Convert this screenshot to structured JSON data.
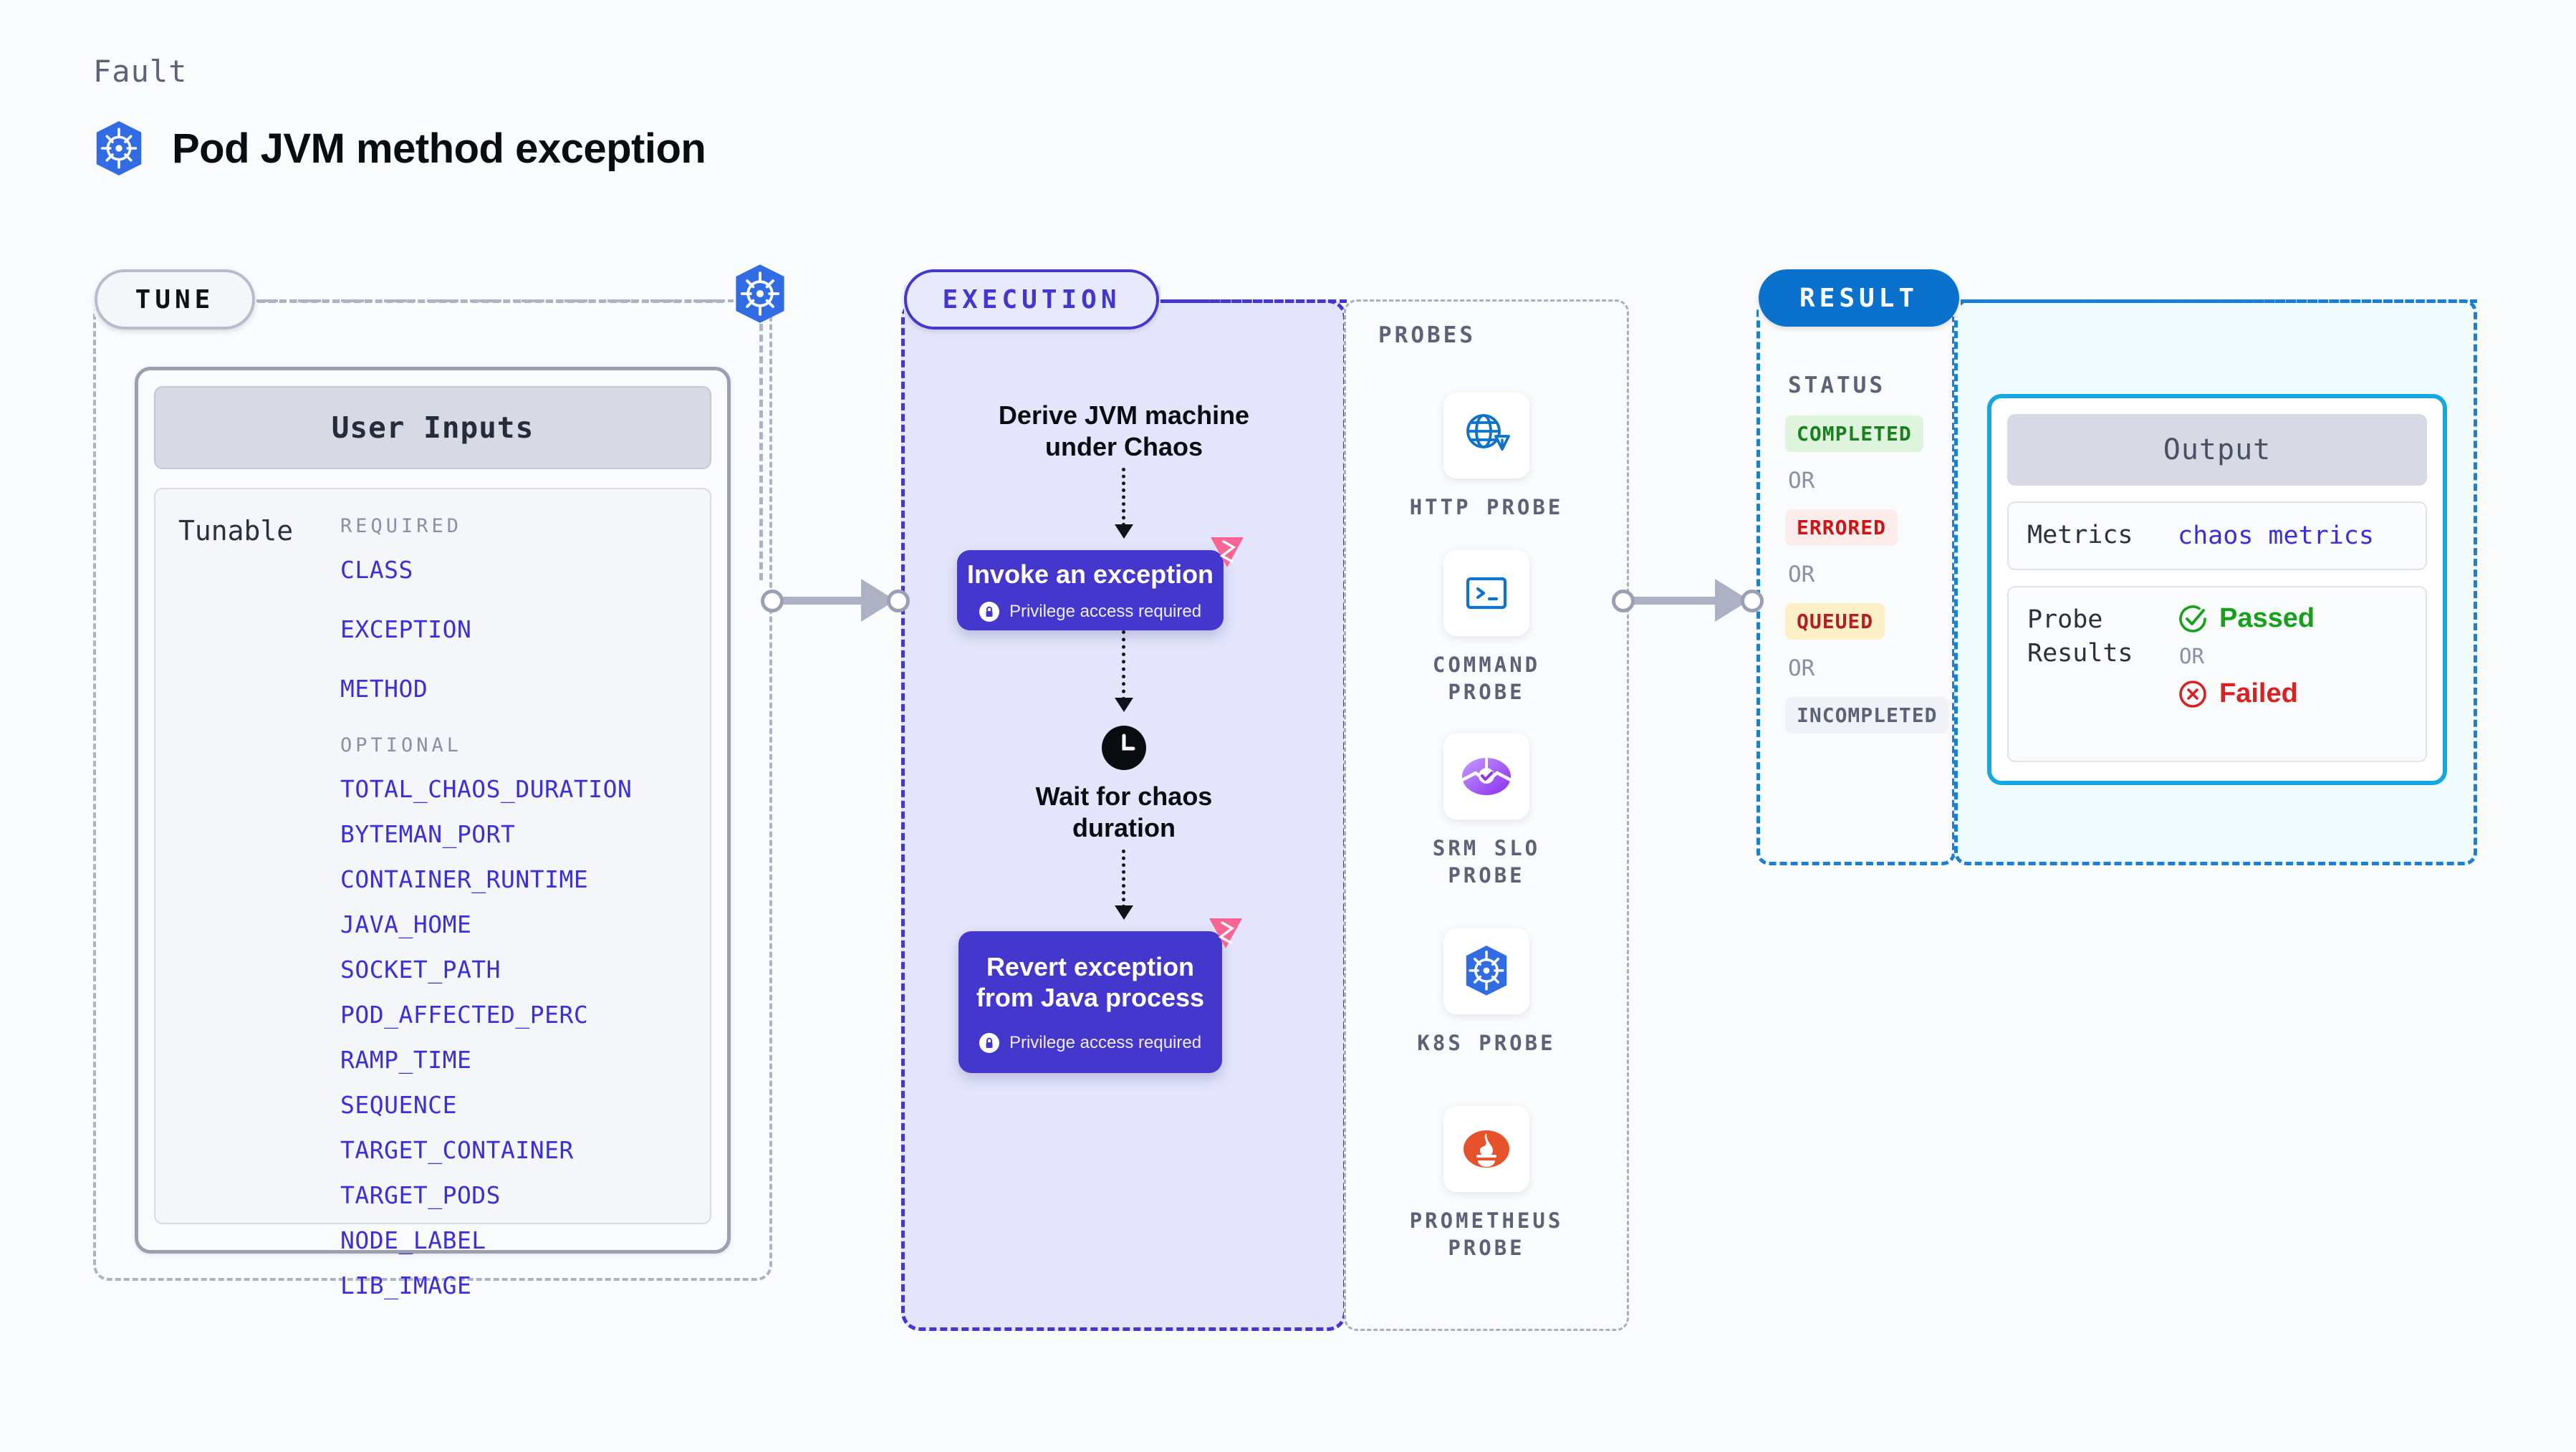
{
  "header": {
    "kicker": "Fault",
    "title": "Pod JVM method exception",
    "icon": "kubernetes-icon"
  },
  "sections": {
    "tune": {
      "label": "TUNE"
    },
    "execution": {
      "label": "EXECUTION"
    },
    "probes": {
      "label": "PROBES"
    },
    "result": {
      "label": "RESULT"
    }
  },
  "user_inputs": {
    "card_title": "User Inputs",
    "row_label": "Tunable",
    "required_header": "REQUIRED",
    "optional_header": "OPTIONAL",
    "required": [
      "CLASS",
      "EXCEPTION",
      "METHOD"
    ],
    "optional": [
      "TOTAL_CHAOS_DURATION",
      "BYTEMAN_PORT",
      "CONTAINER_RUNTIME",
      "JAVA_HOME",
      "SOCKET_PATH",
      "POD_AFFECTED_PERC",
      "RAMP_TIME",
      "SEQUENCE",
      "TARGET_CONTAINER",
      "TARGET_PODS",
      "NODE_LABEL",
      "LIB_IMAGE"
    ]
  },
  "execution": {
    "step1_line1": "Derive JVM machine",
    "step1_line2": "under Chaos",
    "action1_title": "Invoke an exception",
    "action1_note": "Privilege access required",
    "wait_line1": "Wait for chaos",
    "wait_line2": "duration",
    "action2_line1": "Revert exception",
    "action2_line2": "from Java process",
    "action2_note": "Privilege access required",
    "clock_icon": "clock-icon",
    "lock_icon": "lock-icon",
    "badge_icon": "chaos-badge-icon"
  },
  "probes": [
    {
      "label_line1": "HTTP  PROBE",
      "label_line2": "",
      "icon": "globe-warning-icon"
    },
    {
      "label_line1": "COMMAND",
      "label_line2": "PROBE",
      "icon": "terminal-icon"
    },
    {
      "label_line1": "SRM  SLO",
      "label_line2": "PROBE",
      "icon": "srm-slo-icon"
    },
    {
      "label_line1": "K8S  PROBE",
      "label_line2": "",
      "icon": "kubernetes-icon"
    },
    {
      "label_line1": "PROMETHEUS",
      "label_line2": "PROBE",
      "icon": "prometheus-icon"
    }
  ],
  "result": {
    "status_header": "STATUS",
    "or": "OR",
    "statuses": [
      {
        "label": "COMPLETED",
        "bg": "#dff4dc",
        "fg": "#1a7f1f"
      },
      {
        "label": "ERRORED",
        "bg": "#fdecec",
        "fg": "#cc1515"
      },
      {
        "label": "QUEUED",
        "bg": "#fdefc8",
        "fg": "#b3201f"
      },
      {
        "label": "INCOMPLETED",
        "bg": "#f1f2f7",
        "fg": "#5c6377"
      }
    ]
  },
  "output": {
    "card_title": "Output",
    "metrics_key": "Metrics",
    "metrics_value": "chaos metrics",
    "probe_results_key_line1": "Probe",
    "probe_results_key_line2": "Results",
    "passed_label": "Passed",
    "failed_label": "Failed",
    "or": "OR",
    "pass_icon": "check-circle-icon",
    "fail_icon": "x-circle-icon"
  },
  "colors": {
    "accent_purple": "#4437ce",
    "accent_blue": "#1b7fd4",
    "accent_cyan": "#17a7e0",
    "k8s_blue": "#326ce5",
    "chaos_pink": "#fa6593",
    "tunable_text": "#3a2fdb"
  }
}
